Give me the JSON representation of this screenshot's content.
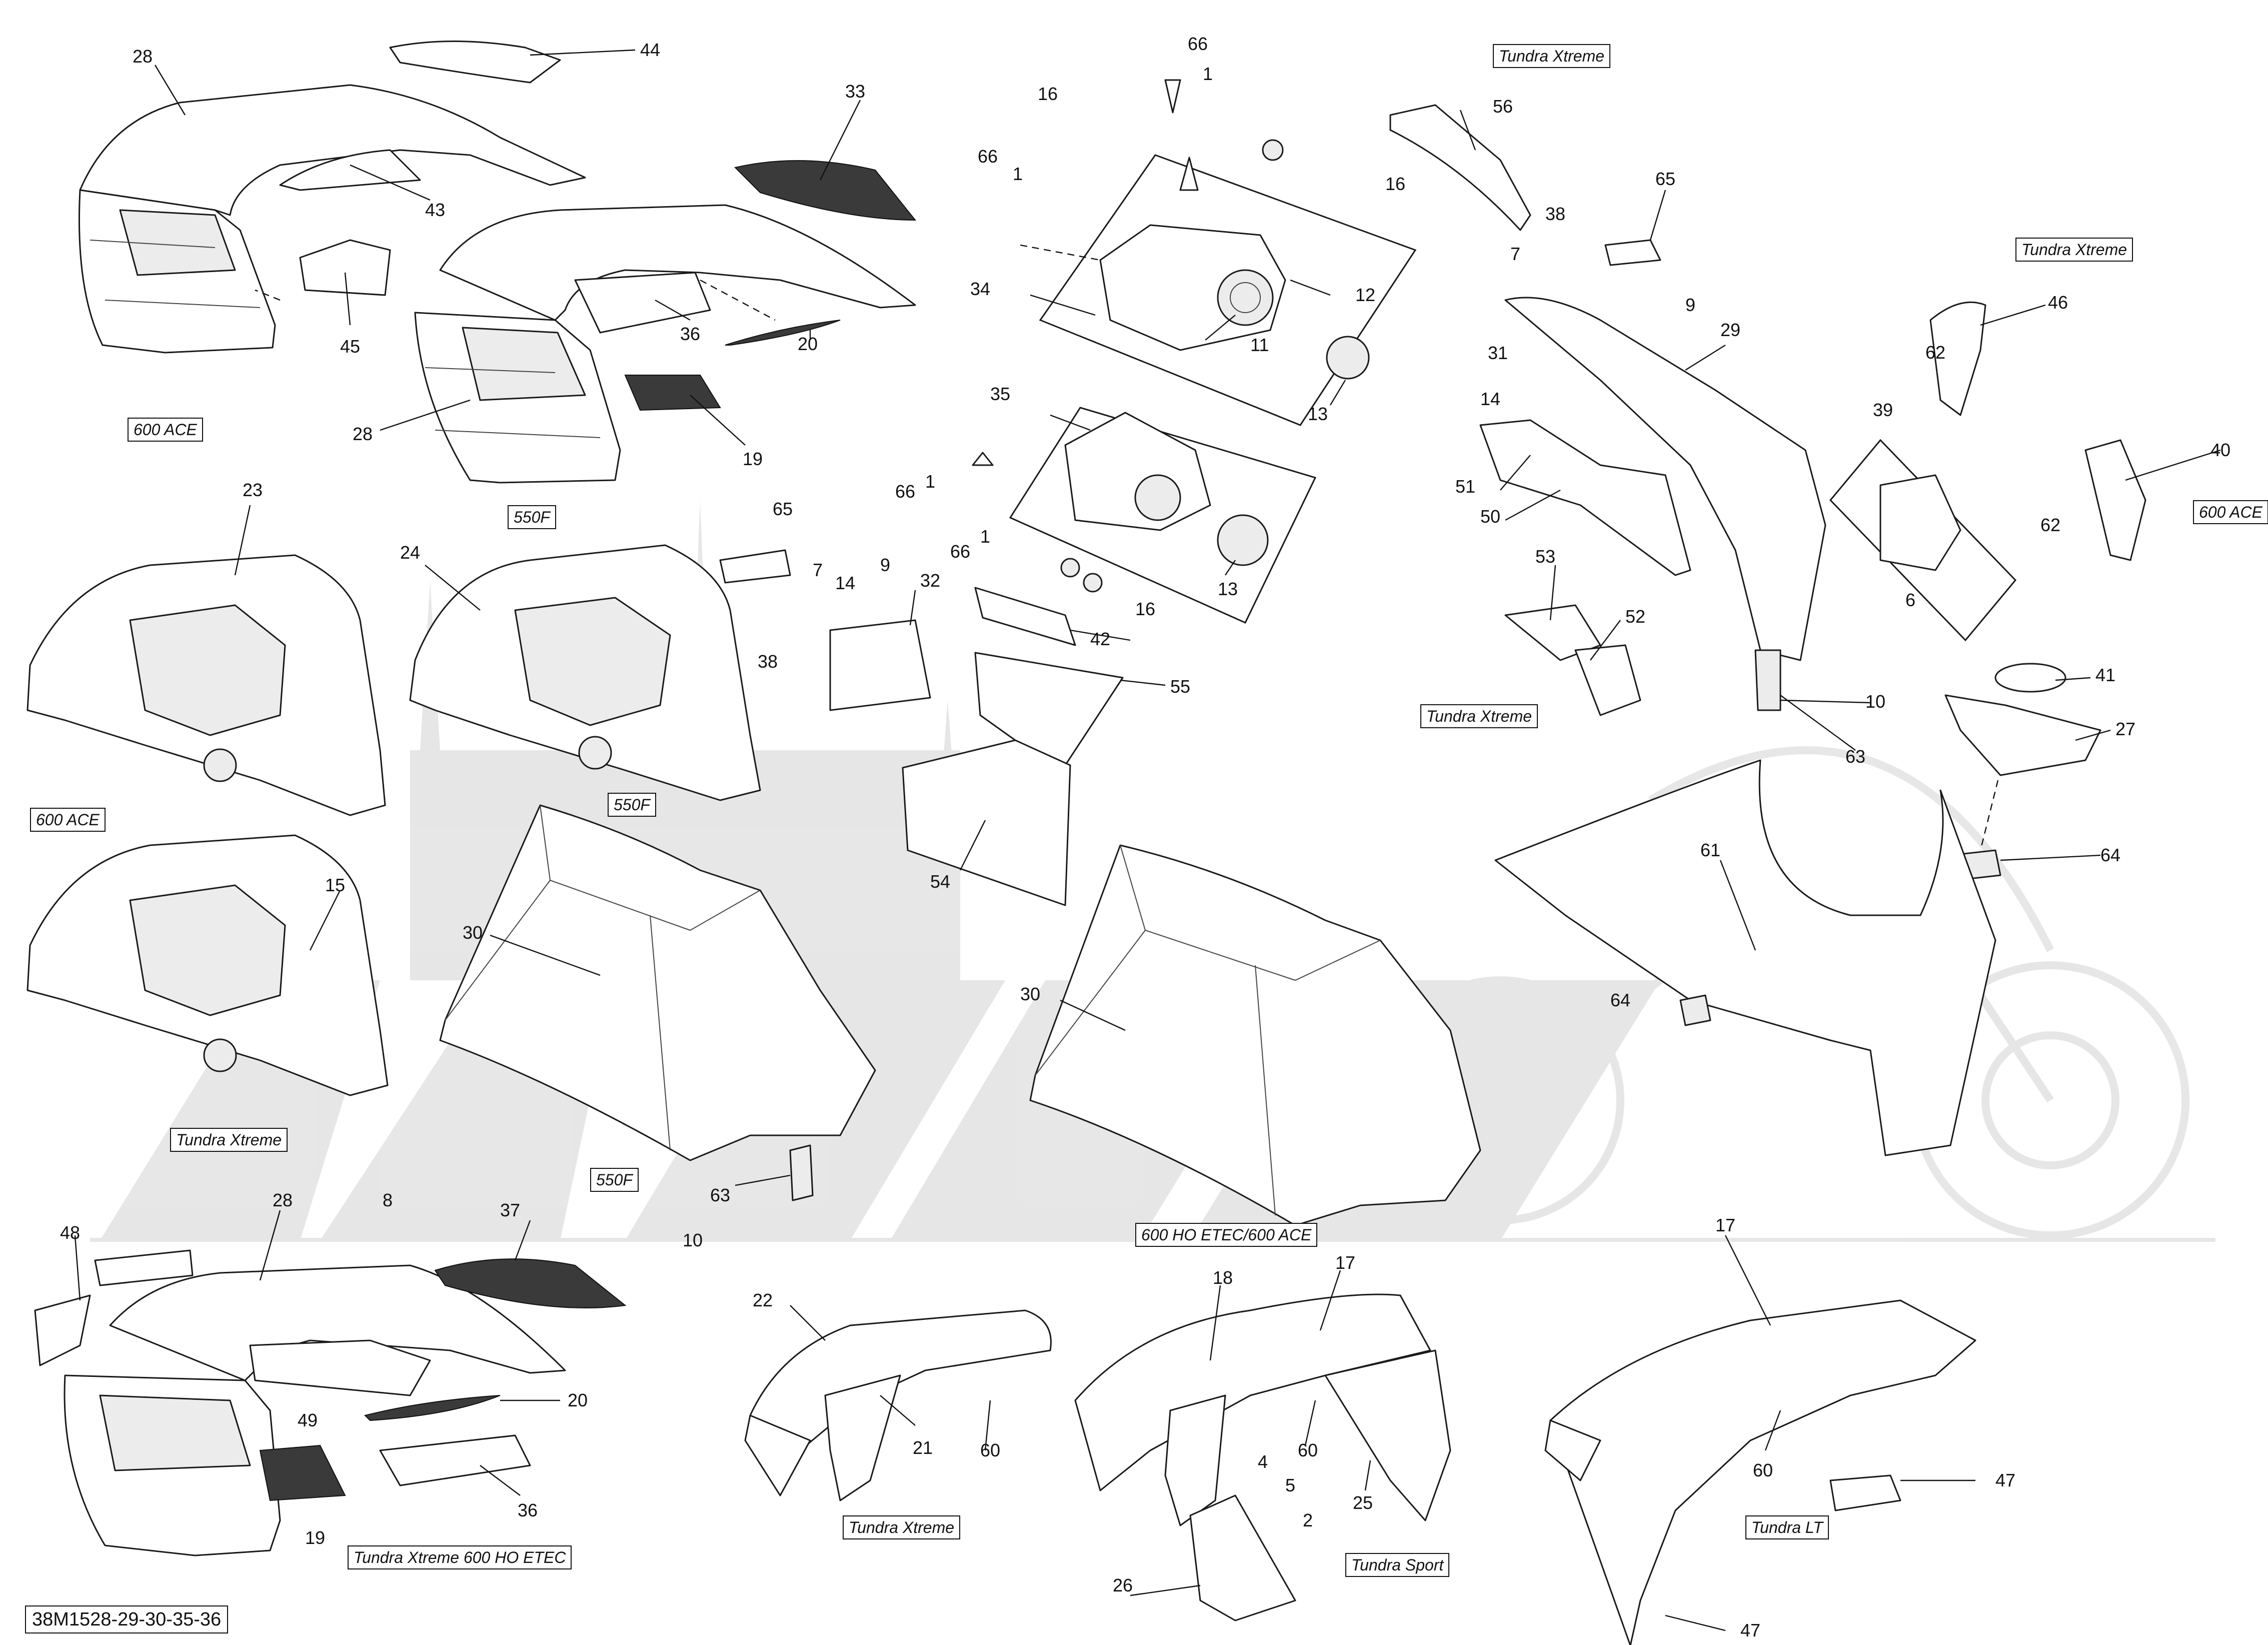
{
  "diagram": {
    "reference_code": "38M1528-29-30-35-36",
    "model_labels": [
      "Tundra Xtreme",
      "Tundra Xtreme",
      "600 ACE",
      "550F",
      "600 ACE",
      "550F",
      "Tundra Xtreme",
      "600 ACE",
      "Tundra Xtreme",
      "550F",
      "600 HO ETEC/600 ACE",
      "Tundra Xtreme 600 HO ETEC",
      "Tundra Xtreme",
      "Tundra Sport",
      "Tundra LT"
    ],
    "callouts": [
      "28",
      "44",
      "43",
      "45",
      "33",
      "36",
      "20",
      "28",
      "19",
      "66",
      "1",
      "16",
      "66",
      "1",
      "34",
      "16",
      "12",
      "11",
      "13",
      "35",
      "1",
      "66",
      "66",
      "1",
      "13",
      "16",
      "42",
      "65",
      "7",
      "14",
      "9",
      "32",
      "38",
      "55",
      "54",
      "56",
      "38",
      "65",
      "7",
      "9",
      "31",
      "29",
      "14",
      "51",
      "50",
      "53",
      "52",
      "10",
      "63",
      "46",
      "62",
      "39",
      "62",
      "6",
      "40",
      "41",
      "27",
      "64",
      "61",
      "64",
      "23",
      "24",
      "15",
      "30",
      "30",
      "63",
      "10",
      "48",
      "28",
      "8",
      "37",
      "49",
      "20",
      "36",
      "19",
      "22",
      "21",
      "60",
      "18",
      "17",
      "60",
      "4",
      "5",
      "2",
      "25",
      "26",
      "17",
      "60",
      "47",
      "47"
    ]
  }
}
